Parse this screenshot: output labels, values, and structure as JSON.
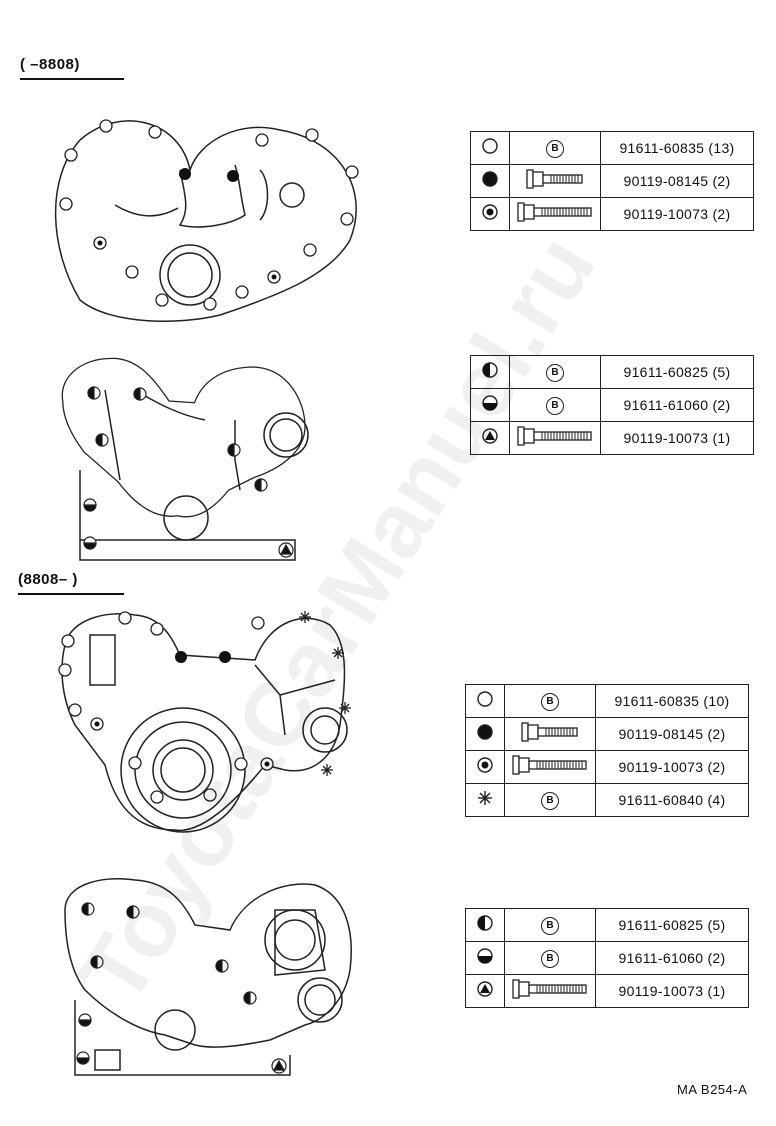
{
  "watermark": "ToyotaCarManuel.ru",
  "sections": [
    {
      "range": "(      –8808)"
    },
    {
      "range": "(8808–      )"
    }
  ],
  "tables": [
    {
      "rows": [
        {
          "symbol": "open-circle-icon",
          "type": "B",
          "part": "91611-60835 (13)"
        },
        {
          "symbol": "filled-circle-icon",
          "type": "flange-bolt",
          "part": "90119-08145 (2)"
        },
        {
          "symbol": "dot-circle-icon",
          "type": "flange-bolt-long",
          "part": "90119-10073 (2)"
        }
      ]
    },
    {
      "rows": [
        {
          "symbol": "half-left-circle-icon",
          "type": "B",
          "part": "91611-60825 (5)"
        },
        {
          "symbol": "half-bottom-circle-icon",
          "type": "B",
          "part": "91611-61060 (2)"
        },
        {
          "symbol": "triangle-circle-icon",
          "type": "flange-bolt-long",
          "part": "90119-10073 (1)"
        }
      ]
    },
    {
      "rows": [
        {
          "symbol": "open-circle-icon",
          "type": "B",
          "part": "91611-60835 (10)"
        },
        {
          "symbol": "filled-circle-icon",
          "type": "flange-bolt",
          "part": "90119-08145 (2)"
        },
        {
          "symbol": "dot-circle-icon",
          "type": "flange-bolt-long",
          "part": "90119-10073 (2)"
        },
        {
          "symbol": "asterisk-circle-icon",
          "type": "B",
          "part": "91611-60840 (4)"
        }
      ]
    },
    {
      "rows": [
        {
          "symbol": "half-left-circle-icon",
          "type": "B",
          "part": "91611-60825 (5)"
        },
        {
          "symbol": "half-bottom-circle-icon",
          "type": "B",
          "part": "91611-61060 (2)"
        },
        {
          "symbol": "triangle-circle-icon",
          "type": "flange-bolt-long",
          "part": "90119-10073 (1)"
        }
      ]
    }
  ],
  "b_label": "B",
  "caption": "MA B254-A"
}
